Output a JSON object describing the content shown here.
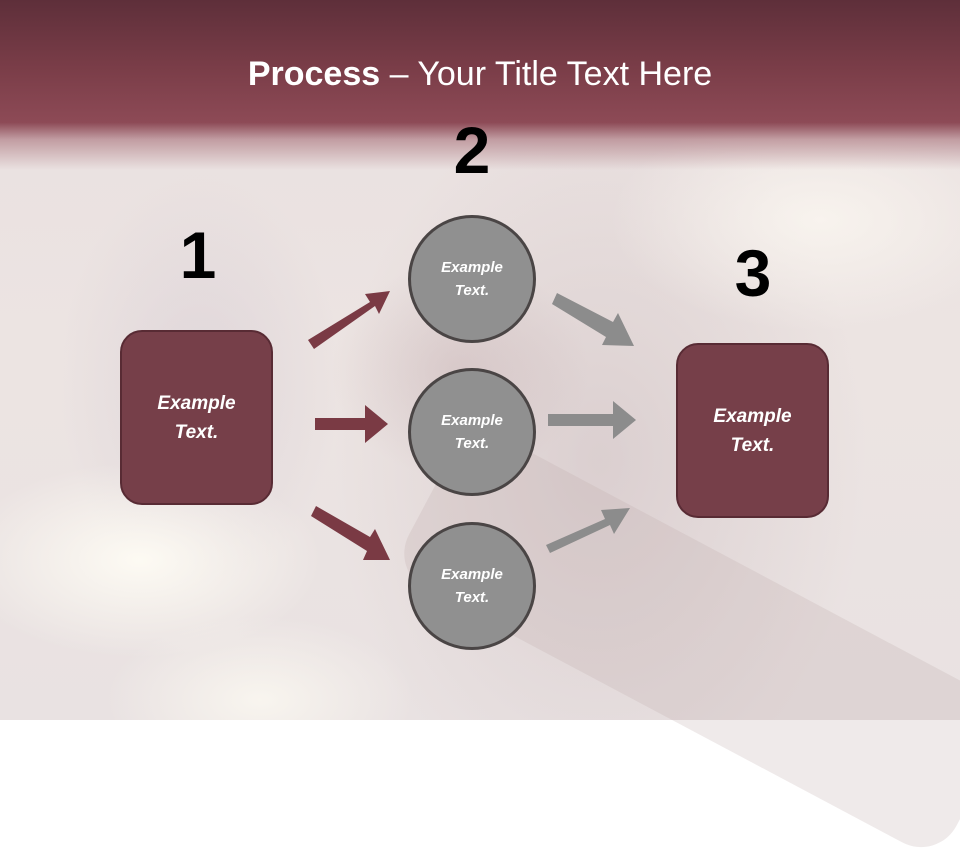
{
  "slide": {
    "title_bold": "Process",
    "title_rest": " – Your Title Text Here",
    "colors": {
      "header_top": "#5e2f3a",
      "header_bottom": "#8d4a56",
      "box_fill": "#763f49",
      "box_border": "#582b34",
      "circle_fill": "#909090",
      "circle_border": "#4a4545",
      "arrow_maroon": "#7a3a44",
      "arrow_gray": "#8c8c8c"
    }
  },
  "steps": [
    {
      "number": "1",
      "label": "Example\nText."
    },
    {
      "number": "2",
      "items": [
        {
          "label": "Example\nText."
        },
        {
          "label": "Example\nText."
        },
        {
          "label": "Example\nText."
        }
      ]
    },
    {
      "number": "3",
      "label": "Example\nText."
    }
  ],
  "arrows": {
    "left_icons": [
      "arrow-up-right-icon",
      "arrow-right-icon",
      "arrow-down-right-icon"
    ],
    "right_icons": [
      "arrow-down-right-icon",
      "arrow-right-icon",
      "arrow-up-right-icon"
    ]
  }
}
